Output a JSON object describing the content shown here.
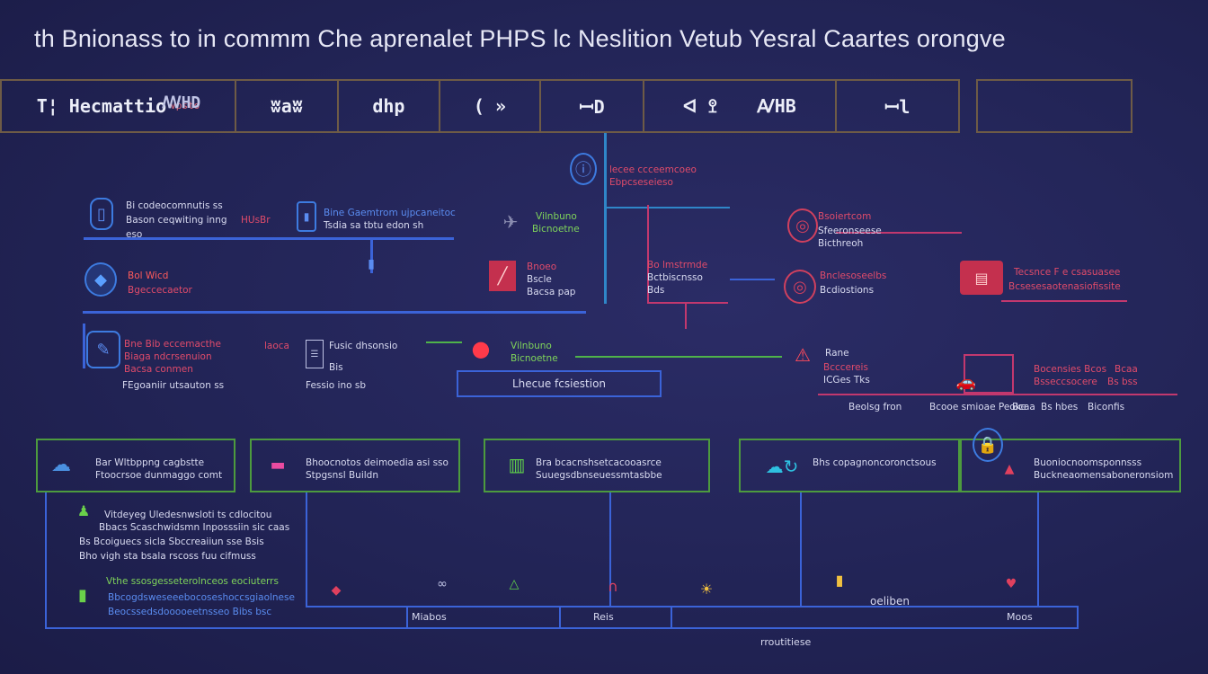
{
  "title": "th Bnionass to in commm Che aprenalet PHPS lc Neslition Vetub Yesral Caartes orongve",
  "toolbar": {
    "cells": [
      {
        "label": "T¦ Hecmattio",
        "sub": "Vpsto",
        "w": 0
      },
      {
        "label": "ꟿHD"
      },
      {
        "label": "ʬaʬ"
      },
      {
        "label": "dhp"
      },
      {
        "label": "( »"
      },
      {
        "label": "ꟷD"
      },
      {
        "label": "ᐊ ꖶ"
      },
      {
        "label": "ꜸHB"
      },
      {
        "label": "ꟷl"
      }
    ]
  },
  "left_nodes": [
    {
      "lines": [
        "Bi codeocomnutis ss",
        "Bason ceqwiting inng",
        "eso"
      ],
      "tag": "HUsBr"
    },
    {
      "lines": [
        "Bol Wicd",
        "Bgeccecaetor"
      ]
    },
    {
      "lines": [
        "Bne Bib eccemacthe",
        "Biaga ndcrsenuion",
        "Bacsa conmen"
      ],
      "footer": "FEgoaniir utsauton ss"
    }
  ],
  "middle_nodes": [
    {
      "lines": [
        "Bine Gaemtrom ujpcaneitoc",
        "Tsdia sa tbtu edon sh"
      ]
    },
    {
      "lines": [
        "Bnoeo",
        "Bscle",
        "Bacsa pap"
      ]
    },
    {
      "lines": [
        "laoca",
        "Fusic dhsonsio",
        "Bis",
        "Fessio ino sb"
      ]
    },
    {
      "lines": [
        "Vilnbuno",
        "Bicnoetne"
      ]
    }
  ],
  "process_label": "Lhecue fcsiestion",
  "pink_nodes": [
    {
      "lines": [
        "lecee ccceemcoeo",
        "Ebpcseseieso"
      ]
    },
    {
      "lines": [
        "Bo lmstrmde",
        "Bctbiscnsso",
        "Bds"
      ]
    },
    {
      "lines": [
        "Bsoiertcom",
        "Sfeeronseese",
        "Bicthreoh"
      ]
    },
    {
      "lines": [
        "Bnclesoseelbs",
        "Bcdiostions"
      ]
    },
    {
      "lines": [
        "Tecsnce F e csasuasee",
        "Bcsesesaotenasiofissite"
      ]
    },
    {
      "lines": [
        "Rane",
        "Bcccereis",
        "ICGes Tks"
      ]
    },
    {
      "lines": [
        "Bocensies Bcos",
        "Bsseccsocere"
      ]
    },
    {
      "lines": [
        "Bcaa",
        "Bs bss"
      ]
    }
  ],
  "summary_row": [
    "Beolsg fron",
    "Bcooe smioae Peoke",
    "Bcaa",
    "Bs hbes",
    "Biconfis"
  ],
  "green_boxes": [
    {
      "lines": [
        "Bar Wltbppng cagbstte",
        "Ftoocrsoe dunmaggo comt"
      ]
    },
    {
      "lines": [
        "Bhoocnotos deimoedia asi sso",
        "Stpgsnsl Buildn"
      ]
    },
    {
      "lines": [
        "Bra bcacnshsetcacooasrce",
        "Suuegsdbnseuessmtasbbe"
      ]
    },
    {
      "lines": [
        "Bhs copagnoncoronctsous"
      ]
    },
    {
      "lines": [
        "Buoniocnoomsponnsss",
        "Buckneaomensaboneronsiom"
      ]
    }
  ],
  "notes_top": [
    "Vitdeyeg Uledesnwsloti ts cdlocitou",
    "Bbacs Scaschwidsmn Inposssiin sic caas",
    "Bs Bcoiguecs sicla Sbccreaiiun sse Bsis",
    "Bho vigh sta bsala rscoss fuu cifmuss"
  ],
  "notes_bottom": [
    "Vthe ssosgesseterolnceos eociuterrs",
    "Bbcogdsweseeebocoseshoccsgiaolnese",
    "Beocssedsdooooeetnsseo Bibs bsc"
  ],
  "timeline": {
    "labels": [
      "Miabos",
      "Reis",
      "Moos"
    ],
    "marker": "oeliben",
    "footer": "rroutitiese"
  },
  "colors": {
    "blue": "#3b63d8",
    "green": "#4fb34a",
    "pink": "#c2386e",
    "border": "#6e5b46"
  }
}
